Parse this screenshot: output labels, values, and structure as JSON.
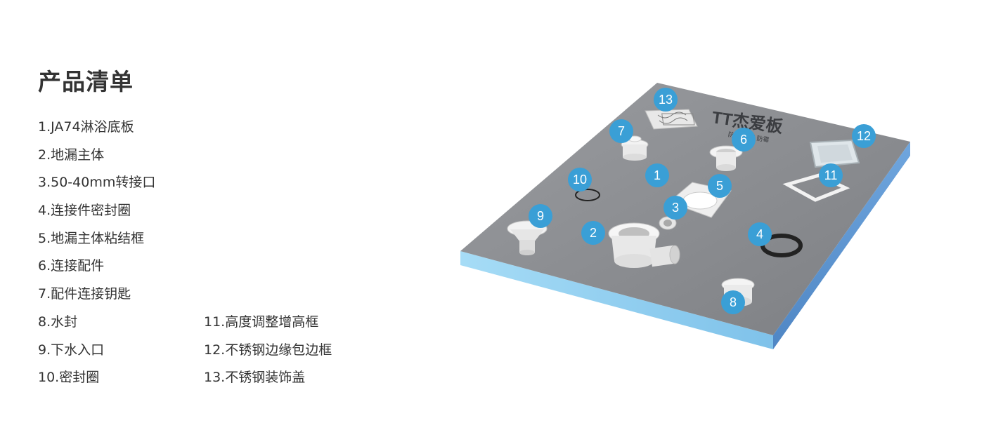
{
  "page": {
    "title": "产品清单"
  },
  "list": {
    "left": [
      "1.JA74淋浴底板",
      "2.地漏主体",
      "3.50-40mm转接口",
      "4.连接件密封圈",
      "5.地漏主体粘结框",
      "6.连接配件",
      "7.配件连接钥匙",
      "8.水封",
      "9.下水入口",
      "10.密封圈"
    ],
    "right": [
      "11.高度调整增高框",
      "12.不锈钢边缘包边框",
      "13.不锈钢装饰盖"
    ]
  },
  "board": {
    "brand_logo": "TT杰爱板",
    "brand_tagline": "防水 防潮 防霉",
    "colors": {
      "top": "#8a8c90",
      "side": "#8fd0f0",
      "callout": "#3a9fd6"
    }
  },
  "callouts": [
    "1",
    "2",
    "3",
    "4",
    "5",
    "6",
    "7",
    "8",
    "9",
    "10",
    "11",
    "12",
    "13"
  ]
}
